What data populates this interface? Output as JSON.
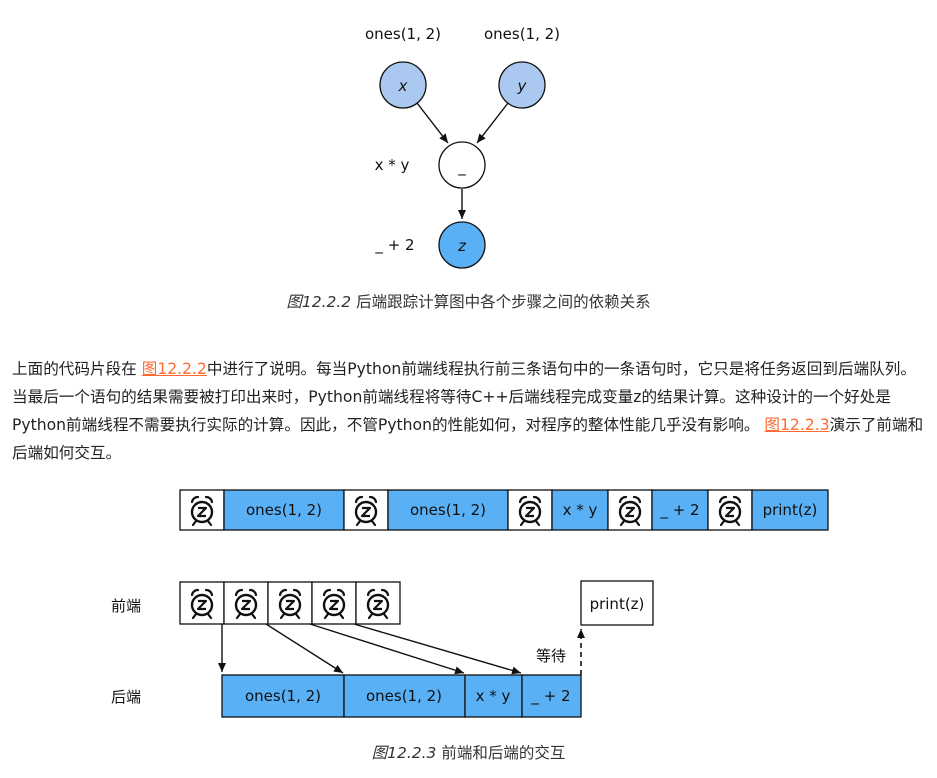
{
  "figure1": {
    "caption_number": "图12.2.2",
    "caption_text": "后端跟踪计算图中各个步骤之间的依赖关系",
    "nodes": {
      "x": {
        "label": "x",
        "annotation": "ones(1, 2)"
      },
      "y": {
        "label": "y",
        "annotation": "ones(1, 2)"
      },
      "mid": {
        "label": "_",
        "annotation": "x * y"
      },
      "z": {
        "label": "z",
        "annotation": "_ + 2"
      }
    },
    "colors": {
      "blue_node": "#aac8f0",
      "dark_blue_node": "#59b0f5",
      "white_node": "#ffffff"
    }
  },
  "paragraph": {
    "segments": [
      {
        "text": "上面的代码片段在 ",
        "type": "text"
      },
      {
        "text": "图12.2.2",
        "type": "link"
      },
      {
        "text": "中进行了说明。每当Python前端线程执行前三条语句中的一条语句时，它只是将任务返回到后端队列。当最后一个语句的结果需要被打印出来时，Python前端线程将等待C++后端线程完成变量z的结果计算。这种设计的一个好处是Python前端线程不需要执行实际的计算。因此，不管Python的性能如何，对程序的整体性能几乎没有影响。 ",
        "type": "text"
      },
      {
        "text": "图12.2.3",
        "type": "link"
      },
      {
        "text": "演示了前端和后端如何交互。",
        "type": "text"
      }
    ]
  },
  "figure2": {
    "caption_number": "图12.2.3",
    "caption_text": "前端和后端的交互",
    "timeline": [
      "alarm",
      "ones(1, 2)",
      "alarm",
      "ones(1, 2)",
      "alarm",
      "x * y",
      "alarm",
      "_ + 2",
      "alarm",
      "print(z)"
    ],
    "frontend_label": "前端",
    "backend_label": "后端",
    "backend_tasks": [
      "ones(1, 2)",
      "ones(1, 2)",
      "x * y",
      "_ + 2"
    ],
    "wait_label": "等待",
    "print_label": "print(z)",
    "icon_name": "alarm-clock-z-icon",
    "colors": {
      "task_blue": "#59b0f5"
    }
  }
}
